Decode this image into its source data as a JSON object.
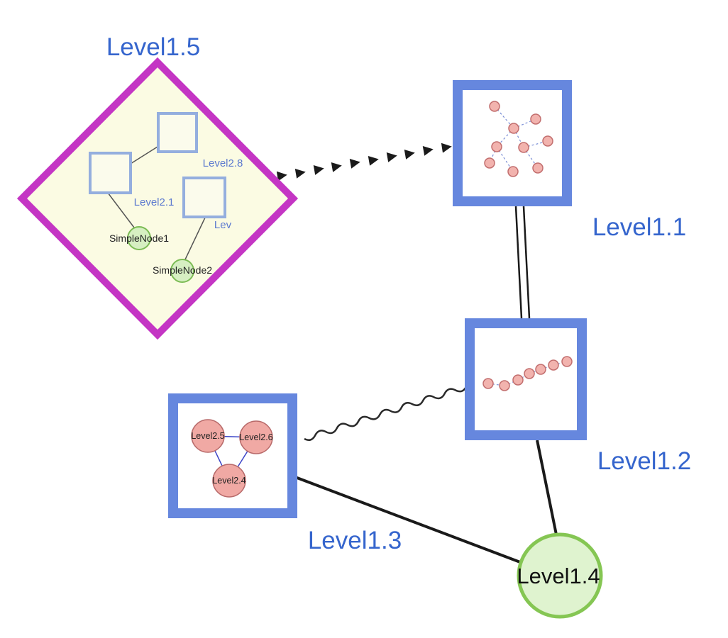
{
  "nodes": {
    "level1_5": {
      "label": "Level1.5"
    },
    "level1_1": {
      "label": "Level1.1"
    },
    "level1_2": {
      "label": "Level1.2"
    },
    "level1_3": {
      "label": "Level1.3"
    },
    "level1_4": {
      "label": "Level1.4"
    }
  },
  "level1_5_children": {
    "level2_8": {
      "label": "Level2.8"
    },
    "level2_1": {
      "label": "Level2.1"
    },
    "lev_truncated": {
      "label": "Lev"
    },
    "simple_node_1": {
      "label": "SimpleNode1"
    },
    "simple_node_2": {
      "label": "SimpleNode2"
    }
  },
  "level1_3_children": {
    "level2_5": {
      "label": "Level2.5"
    },
    "level2_6": {
      "label": "Level2.6"
    },
    "level2_4": {
      "label": "Level2.4"
    }
  },
  "edges": [
    {
      "from": "Level1.5",
      "to": "Level1.1",
      "style": "thick-black-arrowhead-chain"
    },
    {
      "from": "Level1.1",
      "to": "Level1.2",
      "style": "double-parallel-line"
    },
    {
      "from": "Level1.2",
      "to": "Level1.3",
      "style": "wavy-line"
    },
    {
      "from": "Level1.3",
      "to": "Level1.4",
      "style": "solid-thick"
    },
    {
      "from": "Level1.2",
      "to": "Level1.4",
      "style": "solid-thick"
    }
  ],
  "colors": {
    "label_blue": "#3565cd",
    "group_border_blue": "#6687de",
    "diamond_border_magenta": "#c435c4",
    "diamond_fill_pale_yellow": "#fbfbe3",
    "inner_square_border": "#94aede",
    "inner_square_fill": "#fbfbec",
    "green_node_fill": "#d6efc2",
    "green_node_border": "#7cbc55",
    "level1_4_fill": "#dff3cf",
    "level1_4_border": "#85c653",
    "pink_node_fill": "#f2b3ae",
    "pink_node_border": "#c26e6e",
    "mini_edge_blue": "#7b8fd6",
    "triangle_edge_blue": "#3c45c8",
    "edge_black": "#1a1a1a"
  }
}
